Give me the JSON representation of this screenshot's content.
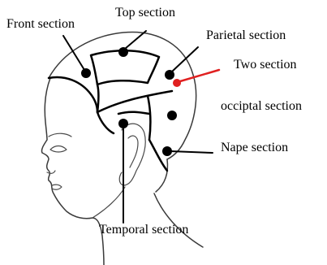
{
  "labels": {
    "front": "Front section",
    "top": "Top section",
    "parietal": "Parietal section",
    "two": "Two section",
    "occipital": "occiptal section",
    "nape": "Nape section",
    "temporal": "Temporal section"
  },
  "colors": {
    "leader": "#000000",
    "highlight_leader": "#e02020",
    "highlight_dot": "#e02020",
    "outline": "#3a3a3a",
    "background": "#ffffff"
  }
}
